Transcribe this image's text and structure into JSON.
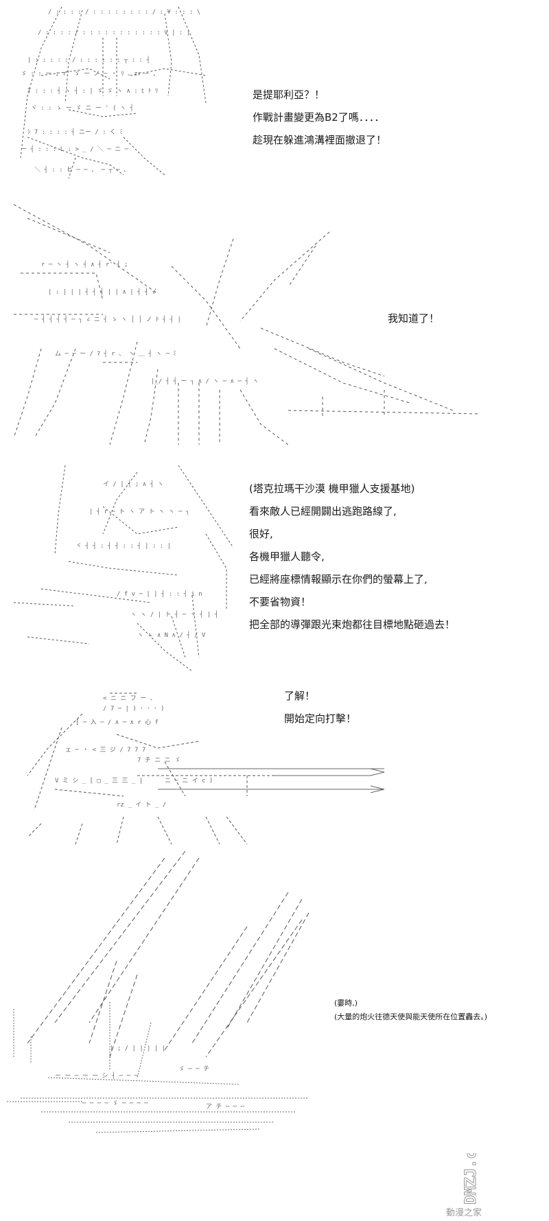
{
  "panels": [
    {
      "lines": [
        "是提耶利亞？！",
        "作戰計畫變更為B2了嗎．．．．",
        "趁現在躲進鴻溝裡面撤退了！"
      ]
    },
    {
      "lines": [
        "我知道了！"
      ]
    },
    {
      "lines": [
        "(塔克拉瑪干沙漠  機甲獵人支援基地)",
        "看來敵人已經開闢出逃跑路線了,",
        "很好,",
        "各機甲獵人聽令,",
        "已經將座標情報顯示在你們的螢幕上了,",
        "不要省物資！",
        "把全部的導彈跟光束炮都往目標地點砸過去！"
      ]
    },
    {
      "lines": [
        "了解！",
        "開始定向打擊！"
      ]
    },
    {
      "lines": [
        "(霎時,)",
        "(大量的炮火往德天使與能天使所在位置轟去。)"
      ]
    }
  ],
  "watermark": {
    "site": "DMZJ.com",
    "caption": "動漫之家"
  }
}
